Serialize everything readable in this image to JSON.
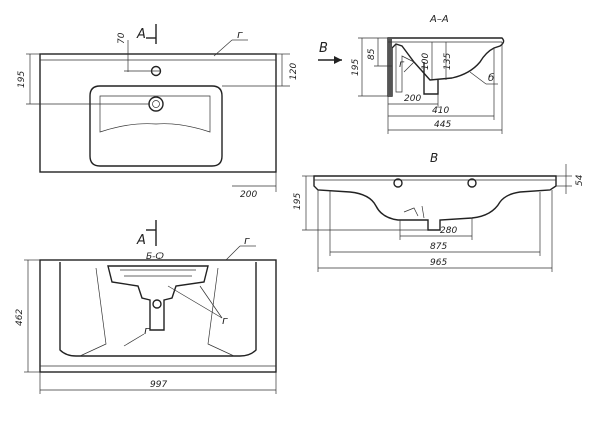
{
  "top_view": {
    "section_marker": "A",
    "callout_g": "г",
    "dims": {
      "d70": "70",
      "d195": "195",
      "d120": "120",
      "d200": "200"
    }
  },
  "section_view": {
    "title": "A–A",
    "arrow_label": "B",
    "callout_g": "г",
    "callout_b": "б",
    "dims": {
      "d195": "195",
      "d85": "85",
      "d100": "100",
      "d135": "135",
      "d200": "200",
      "d410": "410",
      "d445": "445"
    }
  },
  "front_view": {
    "title": "B",
    "dims": {
      "d195": "195",
      "d54": "54",
      "d280": "280",
      "d875": "875",
      "d965": "965"
    }
  },
  "bottom_view": {
    "section_marker": "A",
    "label_bv": "Б-Ѻ",
    "callout_g1": "г",
    "callout_g2": "г",
    "callout_g3": "г",
    "dims": {
      "d462": "462",
      "d997": "997"
    }
  }
}
